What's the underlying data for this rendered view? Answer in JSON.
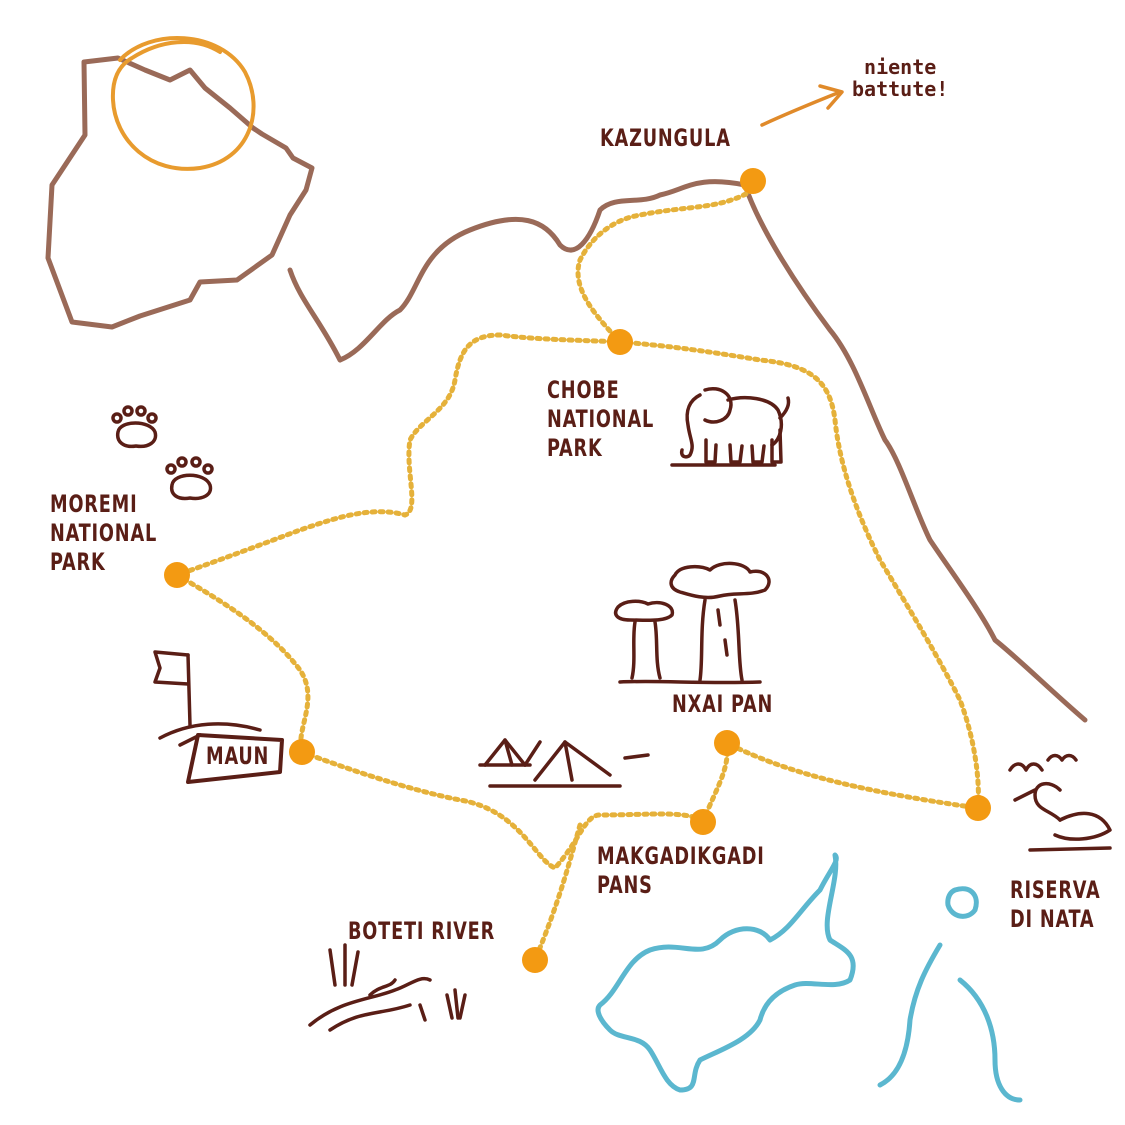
{
  "colors": {
    "border": "#9a6a58",
    "route": "#e5b13a",
    "stop": "#f39a12",
    "label": "#5a1e16",
    "inset_highlight": "#e89b2e",
    "water": "#5bb7cf",
    "note_arrow": "#e08a2a"
  },
  "labels": {
    "kazungula": "KAZUNGULA",
    "chobe": "CHOBE\nNATIONAL\nPARK",
    "moremi": "MOREMI\nNATIONAL\nPARK",
    "maun": "MAUN",
    "nxai_pan": "NXAI PAN",
    "makgadikgadi": "MAKGADIKGADI\nPANS",
    "boteti": "BOTETI RIVER",
    "nata": "RISERVA\nDI NATA"
  },
  "note": "niente\nbattute!",
  "icons": [
    "botswana-inset-icon",
    "paw-prints-icon",
    "elephant-icon",
    "baobab-trees-icon",
    "flag-icon",
    "tents-icon",
    "pelican-icon",
    "river-reeds-icon",
    "salt-pans-water-icon"
  ]
}
